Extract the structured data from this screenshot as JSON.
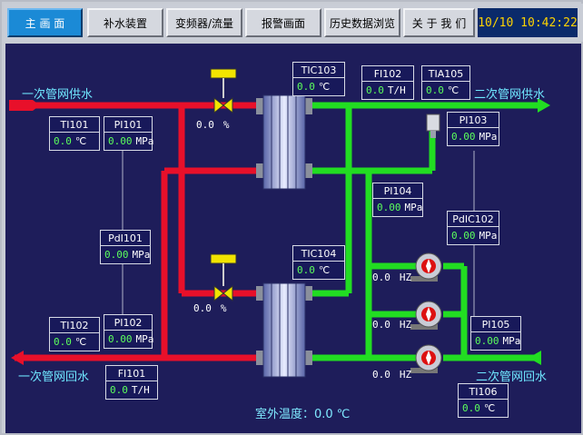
{
  "toolbar": {
    "buttons": [
      {
        "label": "主 画 面",
        "active": true
      },
      {
        "label": "补水装置",
        "active": false
      },
      {
        "label": "变频器/流量",
        "active": false
      },
      {
        "label": "报警画面",
        "active": false
      },
      {
        "label": "历史数据浏览",
        "active": false
      },
      {
        "label": "关 于 我 们",
        "active": false
      }
    ],
    "clock": "10/10 10:42:22"
  },
  "labels": {
    "primary_supply": "一次管网供水",
    "primary_return": "一次管网回水",
    "secondary_supply": "二次管网供水",
    "secondary_return": "二次管网回水",
    "outdoor_temp": "室外温度：0.0 ℃"
  },
  "instruments": {
    "TIC103": {
      "tag": "TIC103",
      "value": "0.0",
      "unit": "℃"
    },
    "FI102": {
      "tag": "FI102",
      "value": "0.0",
      "unit": "T/H"
    },
    "TIA105": {
      "tag": "TIA105",
      "value": "0.0",
      "unit": "℃"
    },
    "TI101": {
      "tag": "TI101",
      "value": "0.0",
      "unit": "℃"
    },
    "PI101": {
      "tag": "PI101",
      "value": "0.00",
      "unit": "MPa"
    },
    "PI103": {
      "tag": "PI103",
      "value": "0.00",
      "unit": "MPa"
    },
    "PI104": {
      "tag": "PI104",
      "value": "0.00",
      "unit": "MPa"
    },
    "PdIC102": {
      "tag": "PdIC102",
      "value": "0.00",
      "unit": "MPa"
    },
    "PdI101": {
      "tag": "PdI101",
      "value": "0.00",
      "unit": "MPa"
    },
    "TIC104": {
      "tag": "TIC104",
      "value": "0.0",
      "unit": "℃"
    },
    "TI102": {
      "tag": "TI102",
      "value": "0.0",
      "unit": "℃"
    },
    "PI102": {
      "tag": "PI102",
      "value": "0.00",
      "unit": "MPa"
    },
    "PI105": {
      "tag": "PI105",
      "value": "0.00",
      "unit": "MPa"
    },
    "FI101": {
      "tag": "FI101",
      "value": "0.0",
      "unit": "T/H"
    },
    "TI106": {
      "tag": "TI106",
      "value": "0.0",
      "unit": "℃"
    }
  },
  "valves": {
    "valve1": {
      "value": "0.0",
      "unit": "%"
    },
    "valve2": {
      "value": "0.0",
      "unit": "%"
    }
  },
  "pumps": [
    {
      "freq": "0.0",
      "unit": "HZ"
    },
    {
      "freq": "0.0",
      "unit": "HZ"
    },
    {
      "freq": "0.0",
      "unit": "HZ"
    }
  ],
  "colors": {
    "panel": "#1e1d5a",
    "hot": "#e8102a",
    "cold": "#22dd22",
    "accent": "#1b8ad6",
    "value": "#5cff5c",
    "label": "#6fe7ff"
  }
}
